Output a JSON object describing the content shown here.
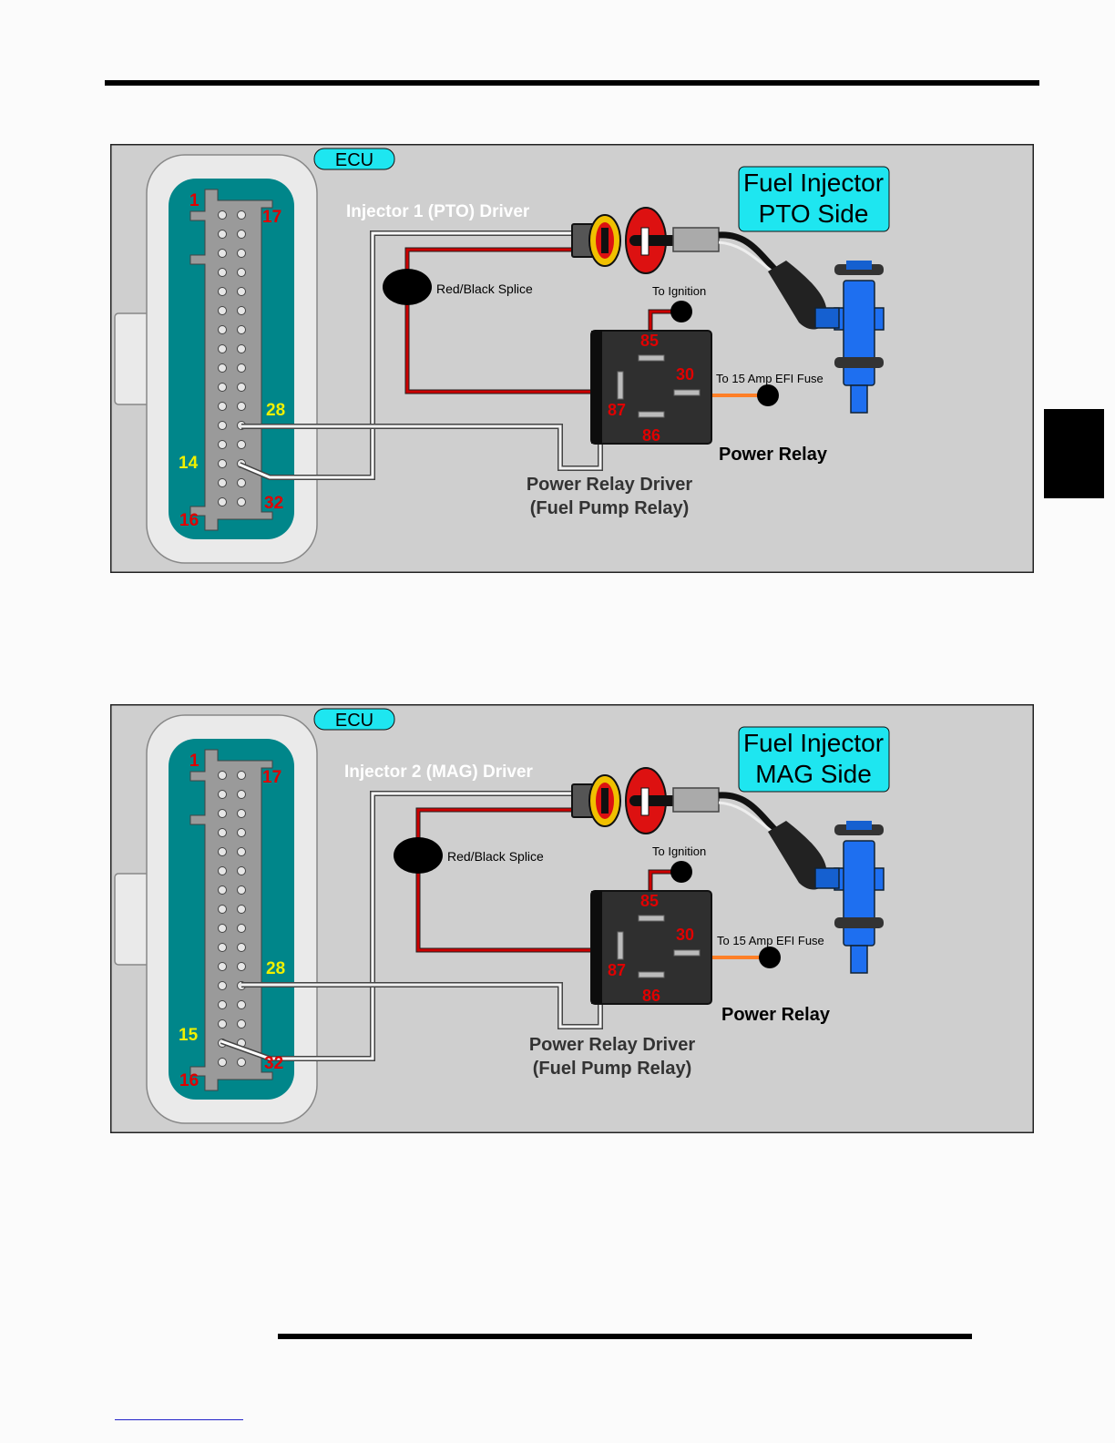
{
  "colors": {
    "panel_bg": "#cfcfcf",
    "connector_bezel": "#eaeaea",
    "connector_teal": "#00868a",
    "connector_body": "#9a9a9a",
    "callout_cyan": "#1ee6f0",
    "red_wire": "#cc0000",
    "orange_wire": "#ff7f27",
    "relay_body": "#2f2f2f",
    "injector_blue": "#1e6ff0",
    "pin_red": "#e00000",
    "pin_yellow": "#f0f000"
  },
  "diagrams": [
    {
      "ecu_label": "ECU",
      "callout_line1": "Fuel Injector",
      "callout_line2": "PTO Side",
      "driver_label": "Injector 1 (PTO) Driver",
      "splice_label": "Red/Black Splice",
      "ignition_label": "To Ignition",
      "fuse_label": "To 15 Amp EFI Fuse",
      "relay_label": "Power Relay",
      "relay_driver_line1": "Power Relay Driver",
      "relay_driver_line2": "(Fuel Pump Relay)",
      "pin_1": "1",
      "pin_17": "17",
      "pin_28": "28",
      "pin_driver": "14",
      "pin_32": "32",
      "pin_16": "16",
      "relay_85": "85",
      "relay_30": "30",
      "relay_87": "87",
      "relay_86": "86"
    },
    {
      "ecu_label": "ECU",
      "callout_line1": "Fuel Injector",
      "callout_line2": "MAG Side",
      "driver_label": "Injector 2 (MAG) Driver",
      "splice_label": "Red/Black Splice",
      "ignition_label": "To Ignition",
      "fuse_label": "To 15 Amp EFI Fuse",
      "relay_label": "Power Relay",
      "relay_driver_line1": "Power Relay Driver",
      "relay_driver_line2": "(Fuel Pump Relay)",
      "pin_1": "1",
      "pin_17": "17",
      "pin_28": "28",
      "pin_driver": "15",
      "pin_32": "32",
      "pin_16": "16",
      "relay_85": "85",
      "relay_30": "30",
      "relay_87": "87",
      "relay_86": "86"
    }
  ]
}
